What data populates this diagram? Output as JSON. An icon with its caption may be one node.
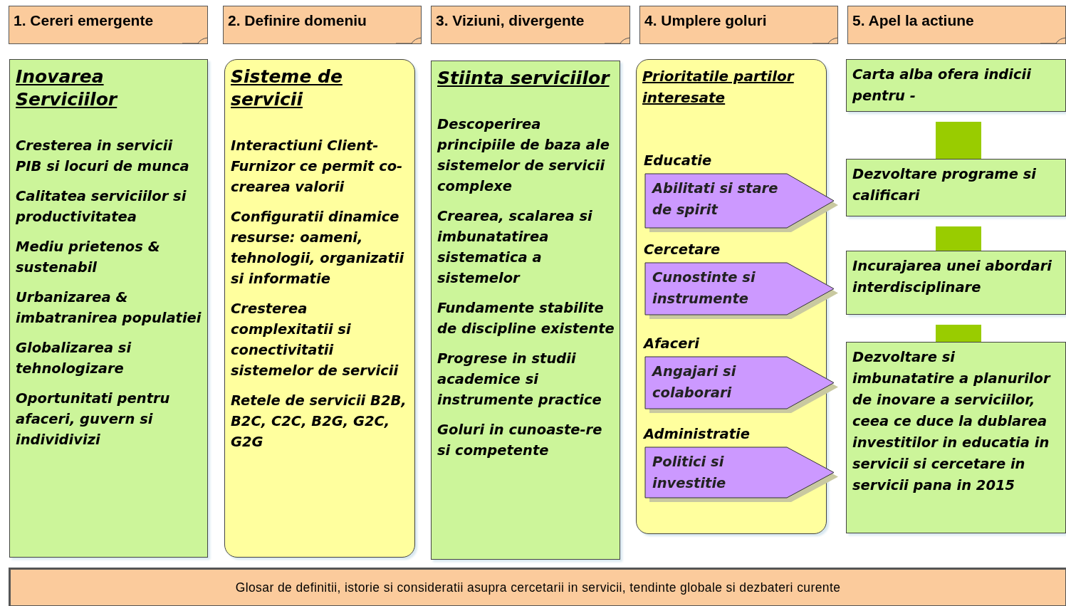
{
  "diagram": {
    "nodes": [
      {
        "text": [
          "1. Cereri emergente"
        ]
      },
      {
        "text": [
          "2. Definire domeniu"
        ]
      },
      {
        "text": [
          "3. Viziuni, divergente"
        ]
      },
      {
        "text": [
          "4. Umplere goluri"
        ]
      },
      {
        "text": [
          "5. Apel la actiune"
        ]
      },
      {
        "text": [
          "Inovarea Serviciilor",
          "Cresterea in servicii PIB si locuri de munca",
          "Calitatea serviciilor si productivitatea",
          "Mediu prietenos & sustenabil",
          "Urbanizarea & imbatranirea populatiei",
          "Globalizarea si tehnologizare",
          "Oportunitati pentru afaceri, guvern si individivizi"
        ]
      },
      {
        "text": [
          "Sisteme de servicii",
          "Interactiuni Client-Furnizor ce permit co-crearea valorii",
          "Configuratii dinamice resurse: oameni, tehnologii, organizatii si informatie",
          "Cresterea complexitatii si conectivitatii sistemelor de servicii",
          "Retele de servicii B2B, B2C, C2C, B2G, G2C, G2G"
        ]
      },
      {
        "text": [
          "Stiinta serviciilor",
          "Descoperirea principiile de baza ale sistemelor de servicii complexe",
          "Crearea, scalarea si imbunatatirea sistematica a sistemelor",
          "Fundamente stabilite de discipline existente",
          "Progrese in studii academice si instrumente practice",
          "Goluri in cunoaste-re si competente"
        ]
      },
      {
        "text": [
          "Prioritatile partilor interesate"
        ]
      },
      {
        "text": [
          "Abilitati si stare de spirit"
        ],
        "beside": [
          "Educatie"
        ],
        "in": 8
      },
      {
        "text": [
          "Cunostinte si instrumente"
        ],
        "beside": [
          "Cercetare"
        ],
        "in": 8
      },
      {
        "text": [
          "Angajari si colaborari"
        ],
        "beside": [
          "Afaceri"
        ],
        "in": 8
      },
      {
        "text": [
          "Politici si investitie"
        ],
        "beside": [
          "Administratie"
        ],
        "in": 8
      },
      {
        "text": [
          "Carta alba ofera indicii pentru -"
        ]
      },
      {
        "text": [
          "Dezvoltare  programe si calificari"
        ]
      },
      {
        "text": [
          "Incurajarea unei abordari interdisciplinare"
        ]
      },
      {
        "text": [
          "Dezvoltare si imbunatatire a planurilor de inovare a serviciilor, ceea ce duce la dublarea investitilor in educatia in servicii si cercetare in servicii pana in 2015"
        ]
      },
      {
        "text": [
          "Glosar de definitii, istorie si consideratii asupra cercetarii in servicii, tendinte globale si dezbateri curente"
        ]
      }
    ],
    "edges": [
      {
        "from": 13,
        "to": 14,
        "arrow": "none"
      },
      {
        "from": 14,
        "to": 15,
        "arrow": "none"
      },
      {
        "from": 15,
        "to": 16,
        "arrow": "none"
      }
    ]
  }
}
